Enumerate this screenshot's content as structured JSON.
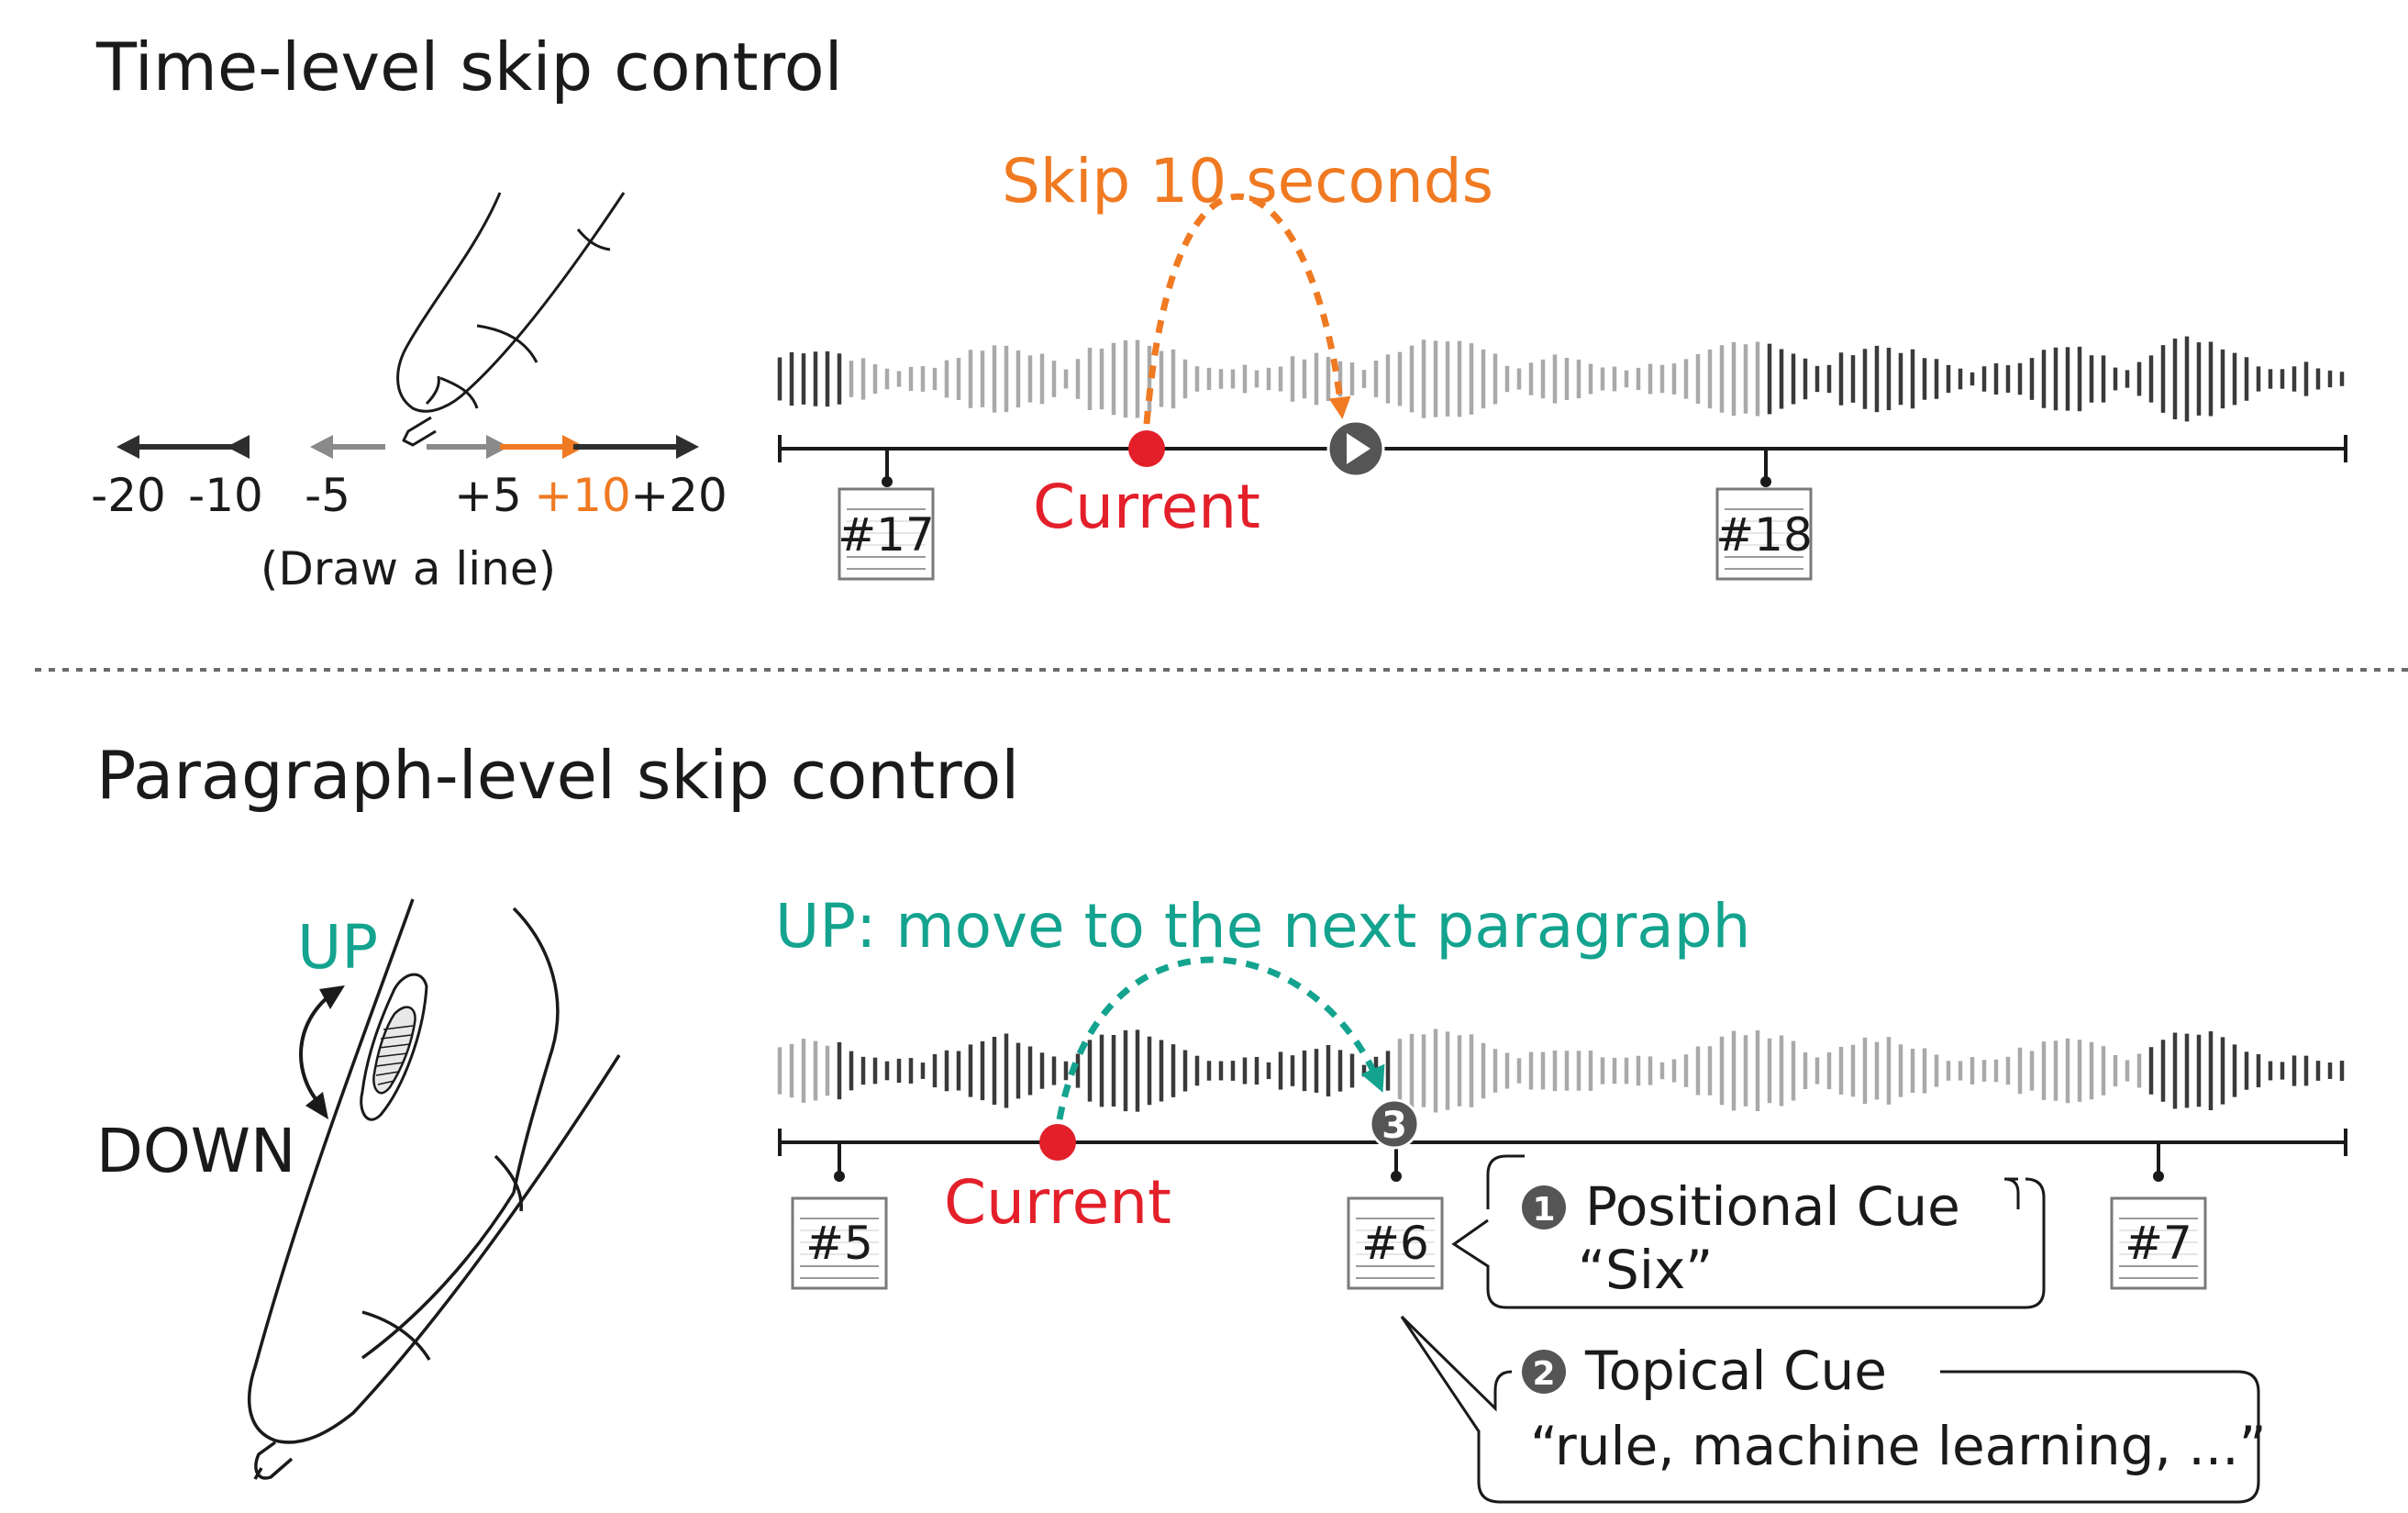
{
  "colors": {
    "orange": "#f07a22",
    "red": "#e3202a",
    "teal": "#14a38f",
    "dark": "#2e2e2e",
    "gray": "#a9a9a9",
    "mid": "#7a7a7a"
  },
  "time_section": {
    "title": "Time-level skip control",
    "skip_label": "Skip 10 seconds",
    "current_label": "Current",
    "draw_hint": "(Draw a line)",
    "arrow_labels": [
      "-20",
      "-10",
      "-5",
      "+5",
      "+10",
      "+20"
    ],
    "markers": [
      "#17",
      "#18"
    ],
    "icons": [
      "pen-icon",
      "play-icon"
    ]
  },
  "paragraph_section": {
    "title": "Paragraph-level skip control",
    "up_label": "UP",
    "down_label": "DOWN",
    "up_desc": "UP: move to the next paragraph",
    "current_label": "Current",
    "markers": [
      "#5",
      "#6",
      "#7"
    ],
    "badge": "3",
    "cue1": {
      "number": "1",
      "title": "Positional Cue",
      "text": "“Six”"
    },
    "cue2": {
      "number": "2",
      "title": "Topical Cue",
      "text": "“rule, machine learning, ...”"
    },
    "icons": [
      "scroll-wheel-icon",
      "pen-icon"
    ]
  }
}
